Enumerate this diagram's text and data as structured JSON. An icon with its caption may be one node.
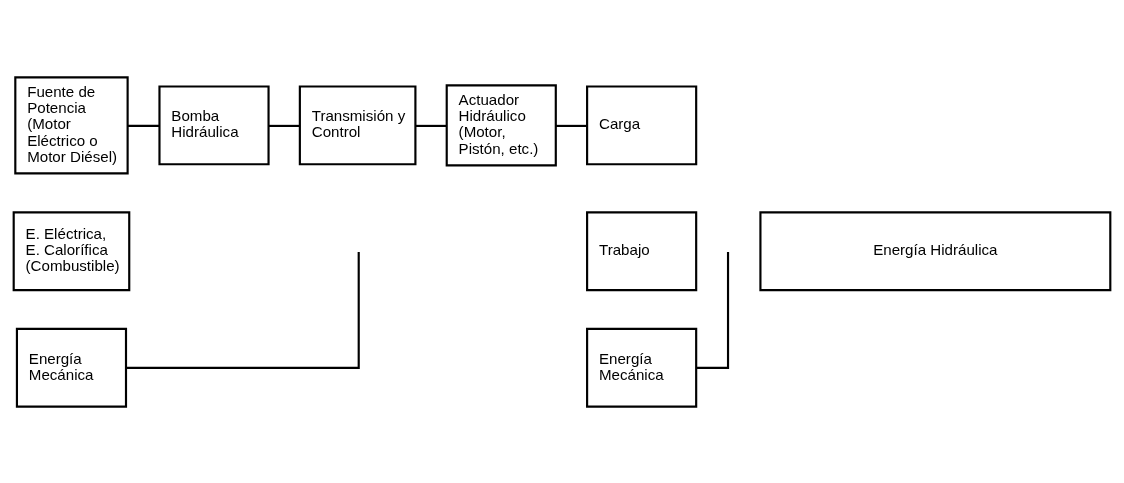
{
  "diagram": {
    "nodes": [
      {
        "text": [
          "Fuente de Potencia (Motor Eléctrico o Motor Diésel)"
        ]
      },
      {
        "text": [
          "Bomba Hidráulica"
        ]
      },
      {
        "text": [
          "Transmisión y Control"
        ]
      },
      {
        "text": [
          "Actuador Hidráulico (Motor, Pistón, etc.)"
        ]
      },
      {
        "text": [
          "Carga"
        ]
      },
      {
        "text": [
          "E. Eléctrica, E. Calorífica (Combustible)"
        ]
      },
      {
        "text": [
          "Energía Hidráulica"
        ]
      },
      {
        "text": [
          "Trabajo"
        ]
      },
      {
        "text": [
          "Energía Mecánica"
        ]
      },
      {
        "text": [
          "Energía Mecánica"
        ]
      }
    ],
    "edges": [
      {
        "from": 0,
        "to": 1,
        "arrow": "none"
      },
      {
        "from": 1,
        "to": 2,
        "arrow": "none"
      },
      {
        "from": 2,
        "to": 3,
        "arrow": "none"
      },
      {
        "from": 3,
        "to": 4,
        "arrow": "none"
      },
      {
        "from": 8,
        "to": null,
        "arrow": "none"
      },
      {
        "from": 9,
        "to": null,
        "arrow": "none"
      }
    ]
  }
}
